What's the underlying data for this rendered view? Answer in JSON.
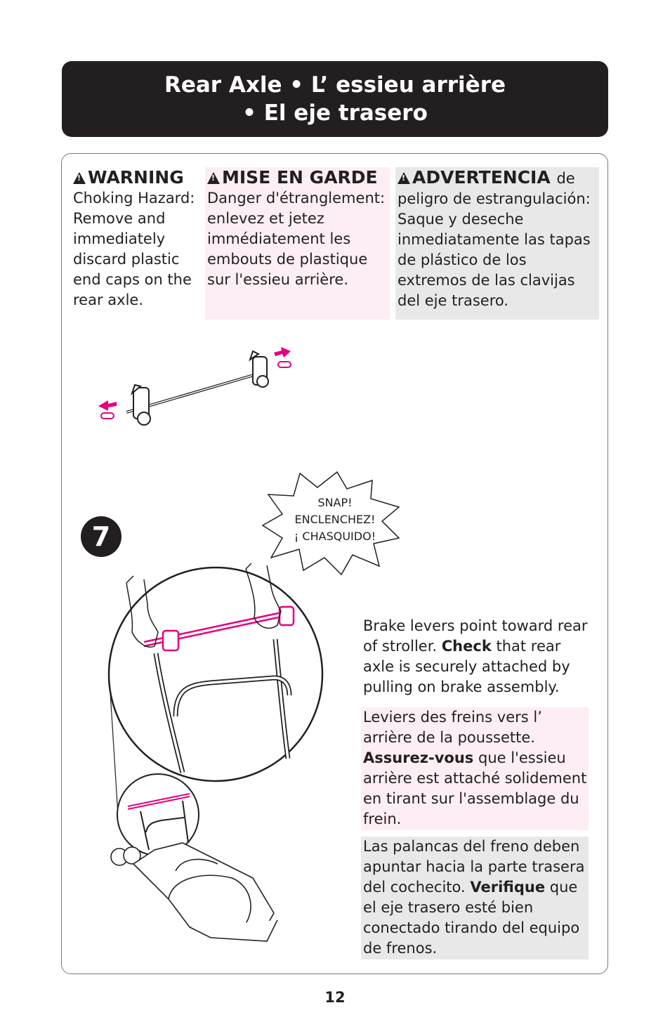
{
  "header": {
    "title_line1": "Rear Axle  •  L’ essieu arrière",
    "title_line2": "•  El eje trasero"
  },
  "warnings": {
    "en": {
      "heading": "WARNING",
      "text": "Choking Hazard: Remove and immediately discard plastic end caps on the rear axle."
    },
    "fr": {
      "heading": "MISE EN GARDE",
      "text": "Danger d'étranglement: enlevez et jetez immédiatement les embouts de plastique sur l'essieu arrière."
    },
    "es": {
      "heading": "ADVERTENCIA",
      "heading_tail": "de",
      "text": "peligro de estrangulación: Saque y deseche inmediatamente las tapas de plástico de los extremos de las clavijas del eje trasero."
    }
  },
  "step": {
    "number": "7",
    "burst": {
      "line1": "SNAP!",
      "line2": "ENCLENCHEZ!",
      "line3": "¡ CHASQUIDO!"
    }
  },
  "instructions": {
    "en": {
      "before": "Brake levers point toward rear of stroller. ",
      "bold": "Check",
      "after": " that rear axle is securely attached by pulling on brake assembly."
    },
    "fr": {
      "before": "Leviers des freins vers l’ arrière de la poussette. ",
      "bold": "Assurez-vous",
      "after": " que l'essieu arrière est attaché solidement en tirant sur l'assemblage du frein."
    },
    "es": {
      "before": "Las palancas del freno deben apuntar hacia la parte trasera del cochecito. ",
      "bold": "Verifique",
      "after": " que el eje trasero esté bien conectado tirando del equipo de frenos."
    }
  },
  "footer": {
    "page_number": "12"
  },
  "colors": {
    "accent_magenta": "#e6007e",
    "pink_background": "#fceef4",
    "gray_background": "#e8e8e8",
    "title_background": "#231f20"
  }
}
